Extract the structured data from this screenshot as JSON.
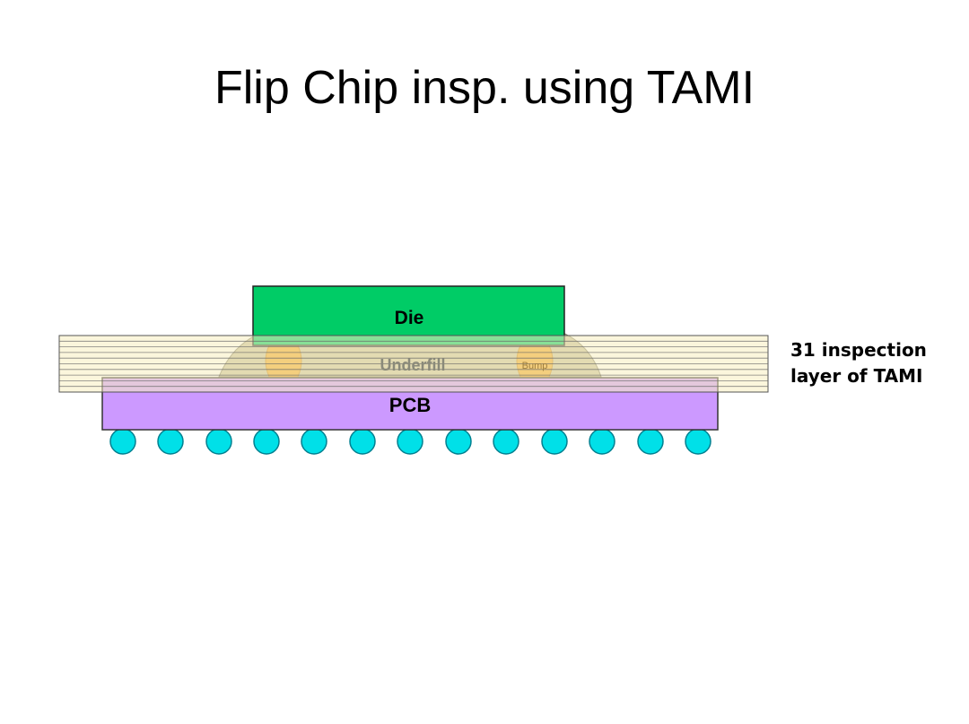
{
  "slide": {
    "title": "Flip Chip insp. using TAMI"
  },
  "diagram": {
    "labels": {
      "die": "Die",
      "underfill": "Underfill",
      "bump": "Bump",
      "pcb": "PCB"
    },
    "annotation": {
      "line1": "31 inspection",
      "line2": "layer of TAMI"
    },
    "colors": {
      "die": "#00cc66",
      "underfill": "#c9c4a2",
      "bump": "#f0a830",
      "pcb": "#cc99ff",
      "solder_ball": "#00e0e8",
      "inspection_band": "#f7efbf"
    }
  }
}
